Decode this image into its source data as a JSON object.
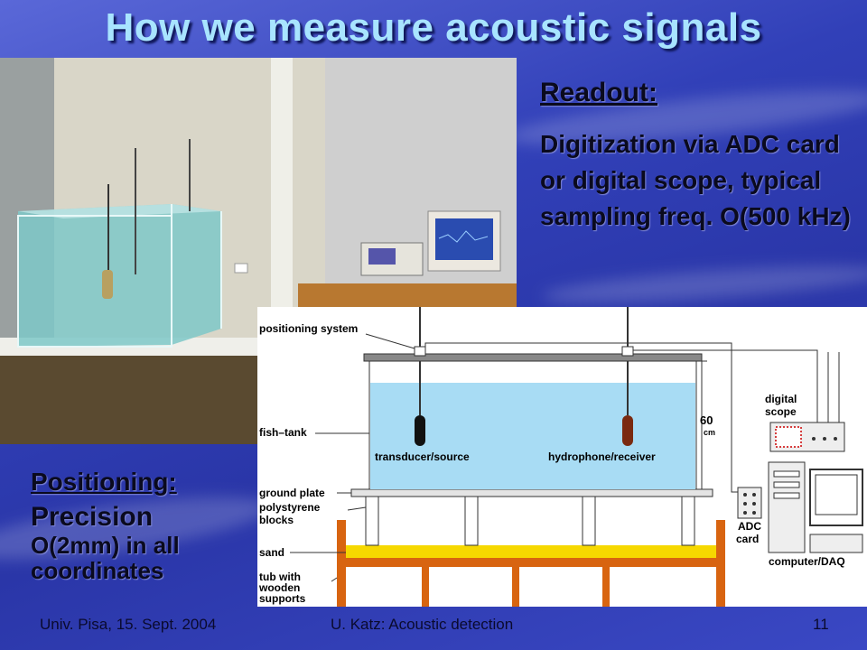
{
  "slide": {
    "title": "How we measure acoustic signals",
    "readout_heading": "Readout:",
    "readout_text": "Digitization via ADC card or digital scope, typical sampling freq. O(500 kHz)",
    "positioning_heading": "Positioning:",
    "positioning_line1": "Precision",
    "positioning_line2": "O(2mm) in all coordinates"
  },
  "diagram": {
    "labels": {
      "positioning_system": "positioning system",
      "fish_tank": "fish–tank",
      "ground_plate": "ground plate",
      "polystyrene_1": "polystyrene",
      "polystyrene_2": "blocks",
      "sand": "sand",
      "tub_1": "tub with",
      "tub_2": "wooden",
      "tub_3": "supports",
      "transducer": "transducer/source",
      "hydrophone": "hydrophone/receiver",
      "depth_value": "60",
      "depth_unit": "cm",
      "digital_1": "digital",
      "digital_2": "scope",
      "adc_1": "ADC",
      "adc_2": "card",
      "computer": "computer/DAQ"
    }
  },
  "footer": {
    "left": "Univ. Pisa, 15. Sept. 2004",
    "center": "U. Katz: Acoustic detection",
    "page": "11"
  },
  "colors": {
    "title": "#a8e4ff",
    "water": "#a8dcf4",
    "sand": "#f6d800",
    "tub": "#d86410"
  }
}
